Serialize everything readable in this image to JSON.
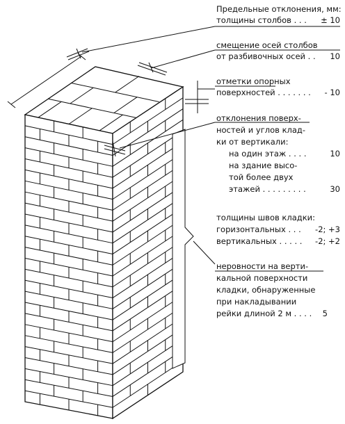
{
  "labels": {
    "header": "Предельные отклонения, мм:",
    "thickness": {
      "text": "толщины столбов . . .",
      "value": "± 10"
    },
    "axis_shift": {
      "line1": "смещение осей столбов",
      "line2": "от разбивочных осей . .",
      "value": "10"
    },
    "support_marks": {
      "line1": "отметки опорных",
      "line2": "поверхностей . . . . . . .",
      "value": "- 10"
    },
    "vertical_dev": {
      "line1": "отклонения поверх-",
      "line2": "ностей и углов клад-",
      "line3": "ки от вертикали:",
      "floor": {
        "text": "на один этаж . . . .",
        "value": "10"
      },
      "building_line1": "на здание высо-",
      "building_line2": "той более двух",
      "building_line3": {
        "text": "этажей . . . . . . . . .",
        "value": "30"
      }
    },
    "joints": {
      "title": "толщины швов кладки:",
      "horizontal": {
        "text": "горизонтальных . . .",
        "value": "-2; +3"
      },
      "vertical": {
        "text": "вертикальных . . . . .",
        "value": "-2; +2"
      }
    },
    "unevenness": {
      "line1": "неровности на верти-",
      "line2": "кальной поверхности",
      "line3": "кладки, обнаруженные",
      "line4": "при накладывании",
      "line5": {
        "text": "рейки длиной 2 м . . . .",
        "value": "5"
      }
    }
  },
  "colors": {
    "ink": "#111111",
    "background": "#ffffff"
  }
}
